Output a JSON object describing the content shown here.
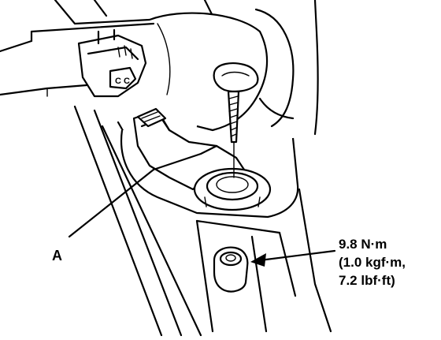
{
  "callout": {
    "label": "A"
  },
  "torque": {
    "line1": "9.8 N·m",
    "line2": "(1.0 kgf·m,",
    "line3": "7.2 lbf·ft)"
  }
}
